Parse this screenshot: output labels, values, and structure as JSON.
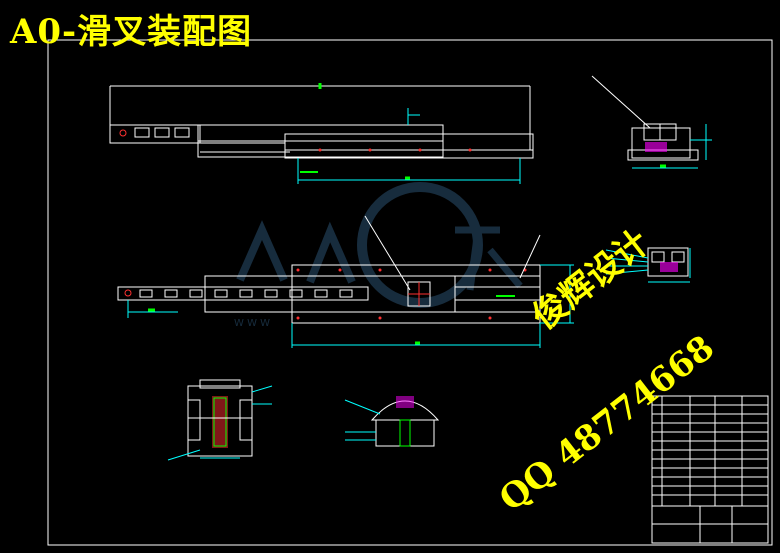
{
  "title": "A0-滑叉装配图",
  "watermark": {
    "brand": "俊辉设计",
    "qq": "QQ 48774668"
  },
  "colors": {
    "background": "#000000",
    "outline": "#ffffff",
    "dimension": "#00ffff",
    "accent_green": "#00ff00",
    "accent_red": "#ff3030",
    "magenta": "#ff00ff",
    "title_yellow": "#ffff00",
    "watermark_blue": "#2a5070"
  }
}
